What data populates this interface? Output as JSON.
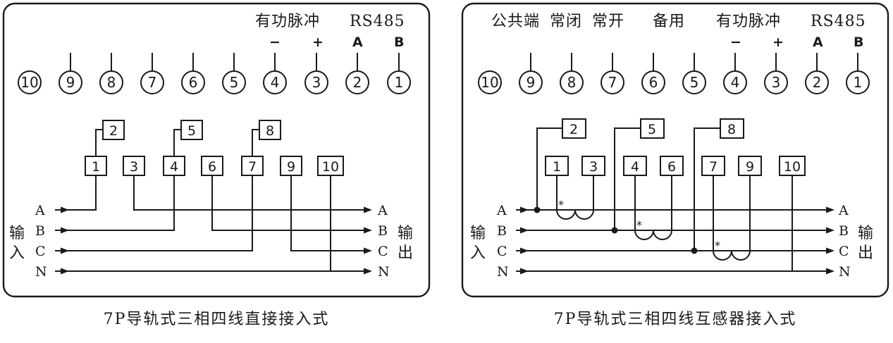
{
  "left_panel": {
    "header": {
      "pulse": "有功脉冲",
      "rs485": "RS485"
    },
    "signs": {
      "minus": "−",
      "plus": "+",
      "a": "A",
      "b": "B"
    },
    "terminals": [
      "10",
      "9",
      "8",
      "7",
      "6",
      "5",
      "4",
      "3",
      "2",
      "1"
    ],
    "boxes": {
      "b1": "1",
      "b2": "2",
      "b3": "3",
      "b4": "4",
      "b5": "5",
      "b6": "6",
      "b7": "7",
      "b8": "8",
      "b9": "9",
      "b10": "10"
    },
    "phases": [
      "A",
      "B",
      "C",
      "N"
    ],
    "input_label": [
      "输",
      "入"
    ],
    "output_label": [
      "输",
      "出"
    ],
    "caption": "7P导轨式三相四线直接接入式"
  },
  "right_panel": {
    "header": {
      "common": "公共端",
      "nc": "常闭",
      "no": "常开",
      "spare": "备用",
      "pulse": "有功脉冲",
      "rs485": "RS485"
    },
    "signs": {
      "minus": "−",
      "plus": "+",
      "a": "A",
      "b": "B"
    },
    "terminals": [
      "10",
      "9",
      "8",
      "7",
      "6",
      "5",
      "4",
      "3",
      "2",
      "1"
    ],
    "boxes": {
      "b1": "1",
      "b2": "2",
      "b3": "3",
      "b4": "4",
      "b5": "5",
      "b6": "6",
      "b7": "7",
      "b8": "8",
      "b9": "9",
      "b10": "10"
    },
    "phases": [
      "A",
      "B",
      "C",
      "N"
    ],
    "input_label": [
      "输",
      "入"
    ],
    "output_label": [
      "输",
      "出"
    ],
    "polarity_mark": "*",
    "caption": "7P导轨式三相四线互感器接入式"
  }
}
